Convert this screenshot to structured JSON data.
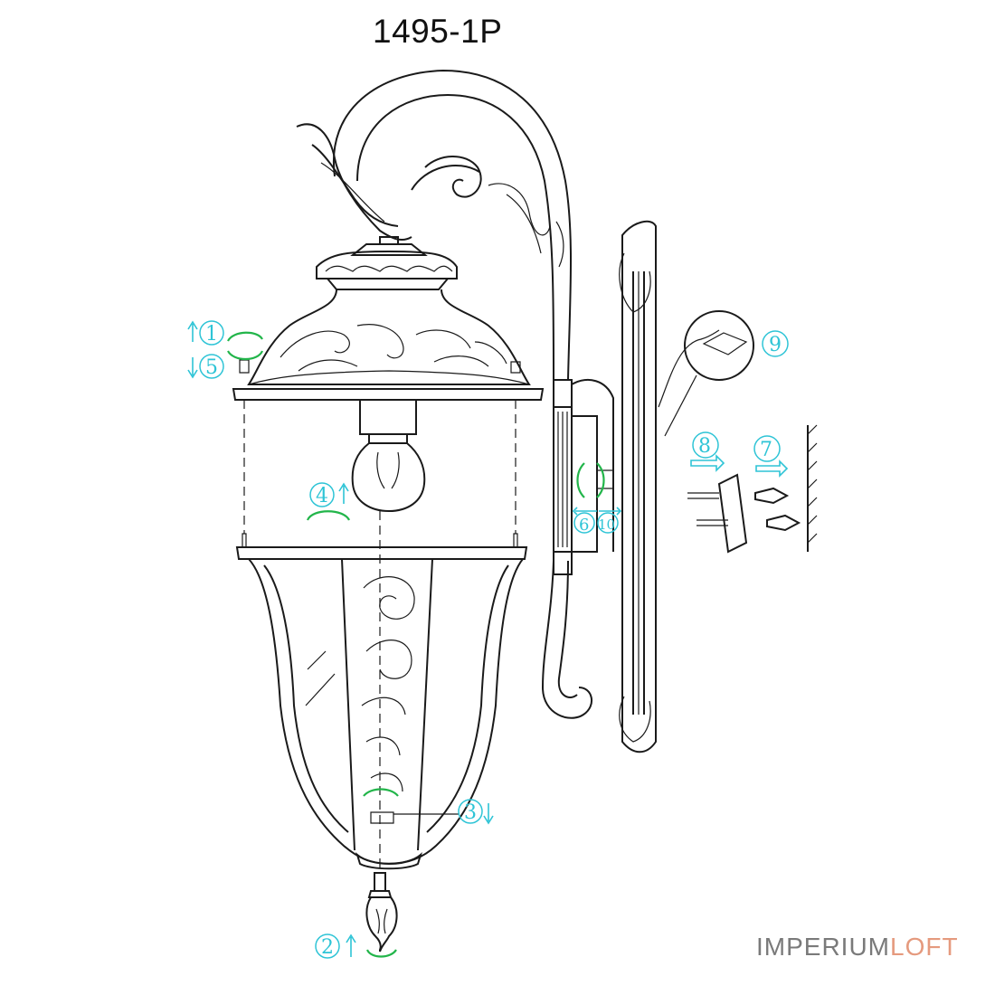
{
  "title": "1495-1P",
  "watermark": {
    "part1": "IMPERIUM",
    "part2": "LOFT"
  },
  "steps": {
    "s1": "1",
    "s2": "2",
    "s3": "3",
    "s4": "4",
    "s5": "5",
    "s6": "6",
    "s7": "7",
    "s8": "8",
    "s9": "9",
    "s10": "10"
  },
  "colors": {
    "annotation": "#2ec4d6",
    "rotation_arrow": "#22b54a",
    "line_art": "#1a1a1a",
    "watermark_gray": "#7a7a7a",
    "watermark_orange": "#e59a7e"
  }
}
